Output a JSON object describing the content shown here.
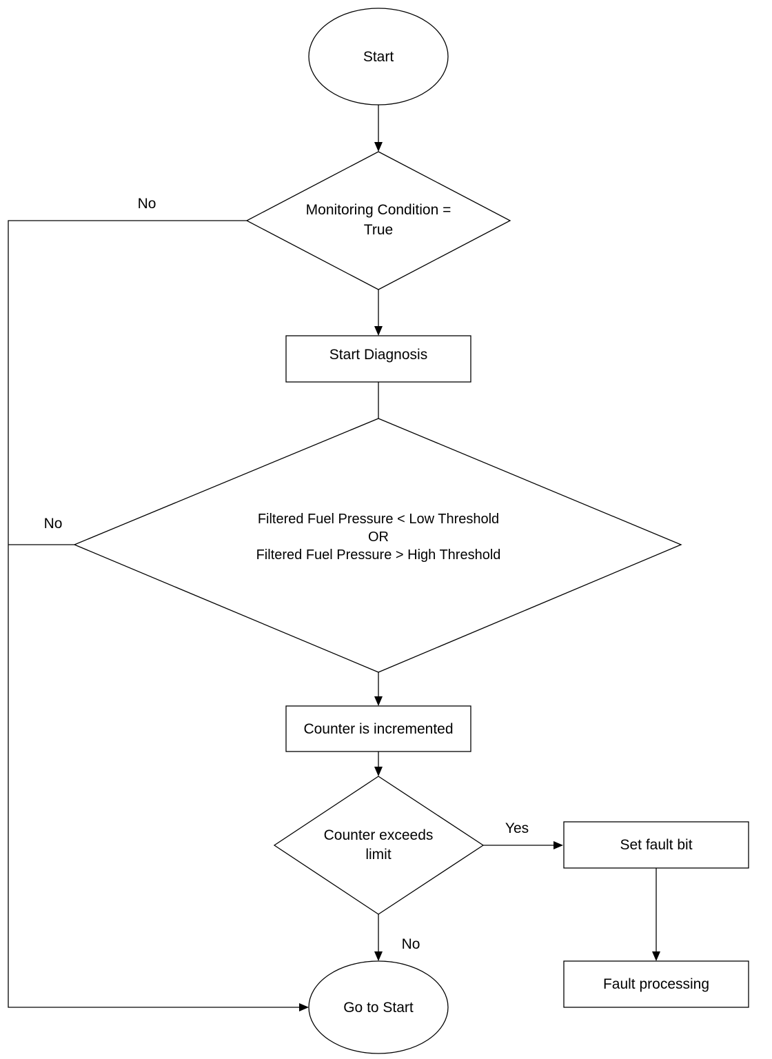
{
  "nodes": {
    "start": "Start",
    "monitoring": [
      "Monitoring Condition =",
      "True"
    ],
    "start_diagnosis": "Start Diagnosis",
    "pressure_check": [
      "Filtered Fuel Pressure < Low Threshold",
      "OR",
      "Filtered Fuel Pressure > High Threshold"
    ],
    "counter_increment": "Counter is incremented",
    "counter_limit": [
      "Counter exceeds",
      "limit"
    ],
    "set_fault": "Set fault bit",
    "fault_processing": "Fault processing",
    "go_to_start": "Go to Start"
  },
  "edges": {
    "monitoring_no": "No",
    "pressure_no": "No",
    "limit_yes": "Yes",
    "limit_no": "No"
  }
}
